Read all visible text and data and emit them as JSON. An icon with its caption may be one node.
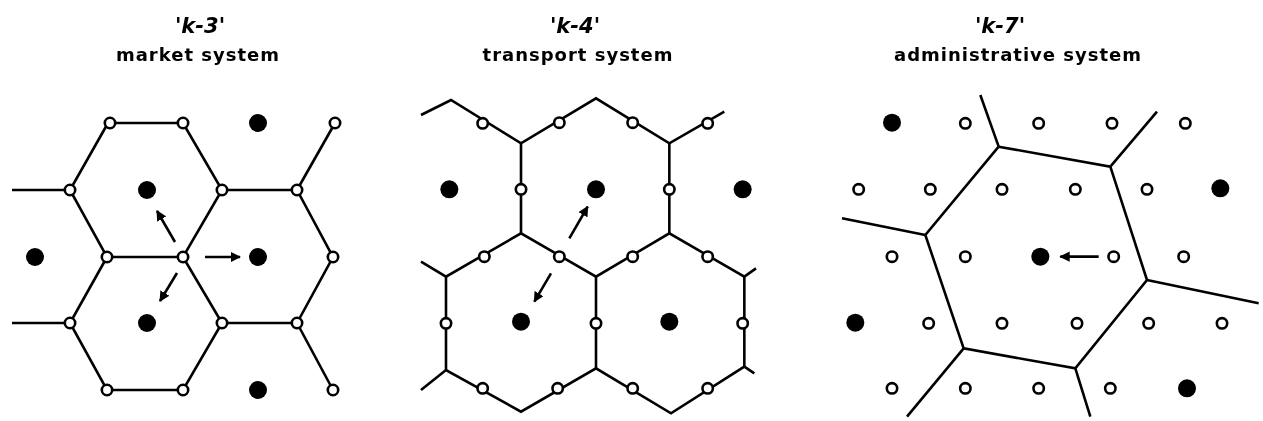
{
  "diagram": {
    "labels": [
      "'k-3'",
      "market system",
      "'k-4'",
      "transport system",
      "'k-7'",
      "administrative system"
    ]
  }
}
